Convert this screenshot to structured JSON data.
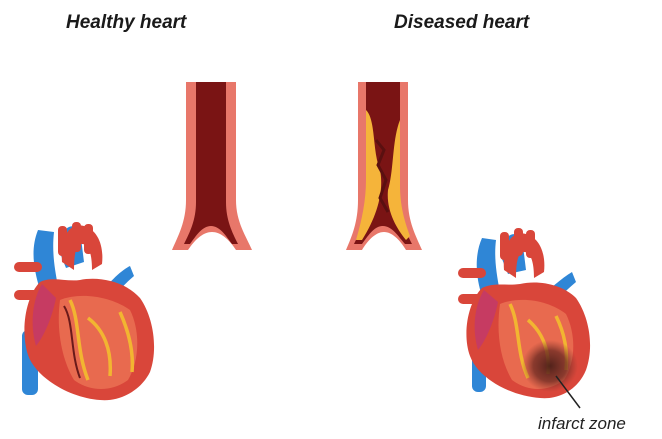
{
  "panels": {
    "left": {
      "title": "Healthy heart"
    },
    "right": {
      "title": "Diseased heart"
    }
  },
  "annotation": {
    "label": "infarct zone"
  },
  "colors": {
    "vessel_wall": "#e8776a",
    "vessel_lumen": "#7a1414",
    "plaque": "#f5b43a",
    "heart_red": "#d9463a",
    "heart_blue": "#2f86d6",
    "infarct": "#5a2a22"
  }
}
